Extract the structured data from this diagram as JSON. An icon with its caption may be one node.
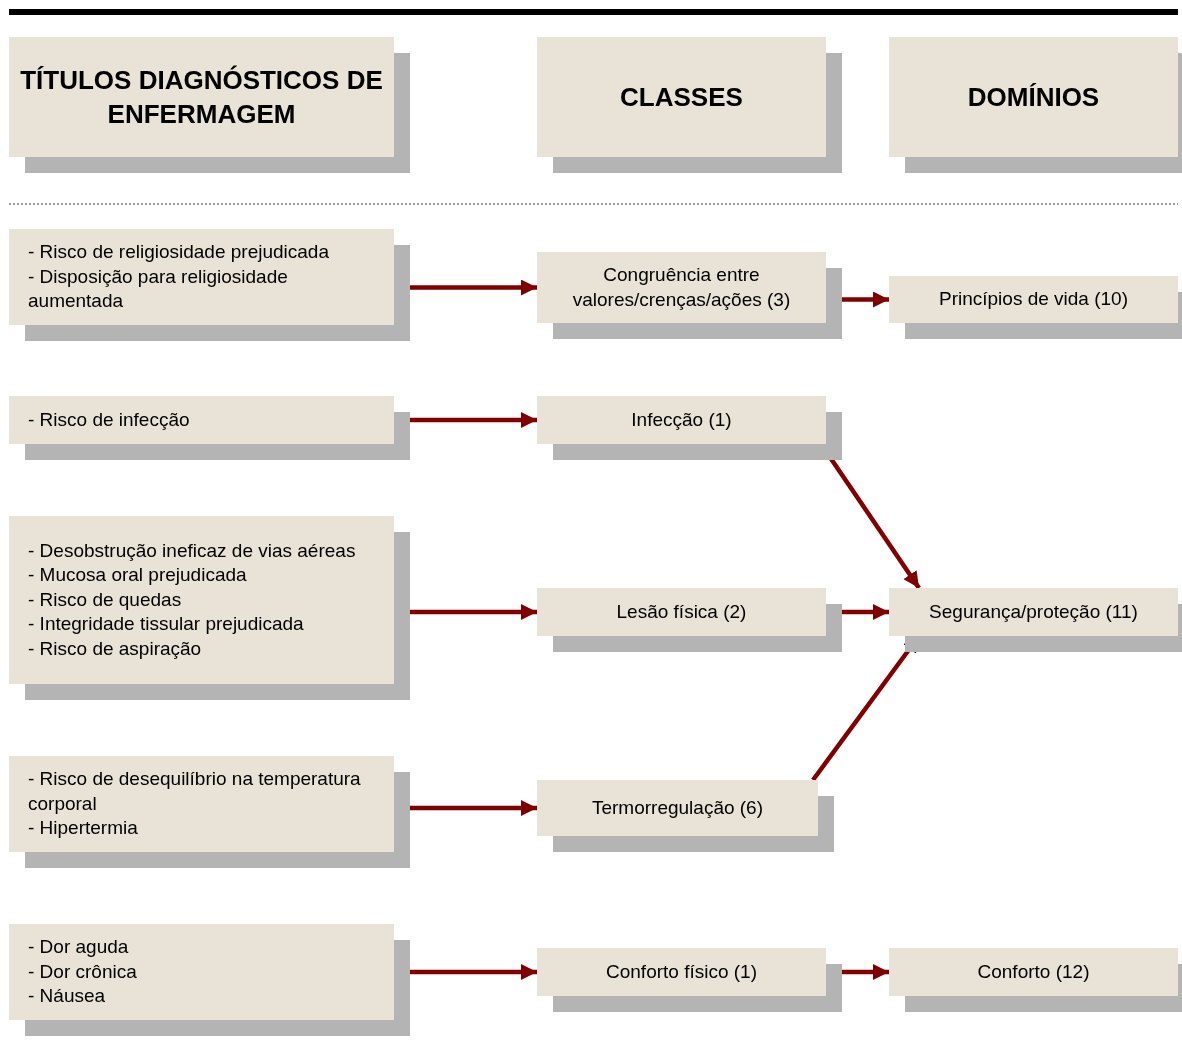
{
  "diagram": {
    "nodes": [
      {
        "text": [
          "TÍTULOS DIAGNÓSTICOS DE ENFERMAGEM"
        ]
      },
      {
        "text": [
          "CLASSES"
        ]
      },
      {
        "text": [
          "DOMÍNIOS"
        ]
      },
      {
        "text": [
          "- Risco de religiosidade prejudicada",
          "- Disposição para religiosidade aumentada"
        ]
      },
      {
        "text": [
          "Congruência entre valores/crenças/ações (3)"
        ]
      },
      {
        "text": [
          "Princípios de vida (10)"
        ]
      },
      {
        "text": [
          "- Risco de infecção"
        ]
      },
      {
        "text": [
          "Infecção (1)"
        ]
      },
      {
        "text": [
          "- Desobstrução ineficaz de vias aéreas",
          "- Mucosa oral prejudicada",
          "- Risco de quedas",
          "- Integridade tissular prejudicada",
          "- Risco de aspiração"
        ]
      },
      {
        "text": [
          "Lesão física (2)"
        ]
      },
      {
        "text": [
          "Segurança/proteção (11)"
        ]
      },
      {
        "text": [
          "- Risco de desequilíbrio na temperatura corporal",
          "- Hipertermia"
        ]
      },
      {
        "text": [
          "Termorregulação (6)"
        ]
      },
      {
        "text": [
          "- Dor aguda",
          "- Dor crônica",
          "- Náusea"
        ]
      },
      {
        "text": [
          "Conforto físico (1)"
        ]
      },
      {
        "text": [
          "Conforto (12)"
        ]
      }
    ],
    "edges": [
      {
        "from": 3,
        "to": 4,
        "arrow": "to"
      },
      {
        "from": 4,
        "to": 5,
        "arrow": "to"
      },
      {
        "from": 6,
        "to": 7,
        "arrow": "to"
      },
      {
        "from": 7,
        "to": 10,
        "arrow": "to"
      },
      {
        "from": 8,
        "to": 9,
        "arrow": "to"
      },
      {
        "from": 9,
        "to": 10,
        "arrow": "to"
      },
      {
        "from": 11,
        "to": 12,
        "arrow": "to"
      },
      {
        "from": 12,
        "to": 10,
        "arrow": "to"
      },
      {
        "from": 13,
        "to": 14,
        "arrow": "to"
      },
      {
        "from": 14,
        "to": 15,
        "arrow": "to"
      }
    ]
  }
}
